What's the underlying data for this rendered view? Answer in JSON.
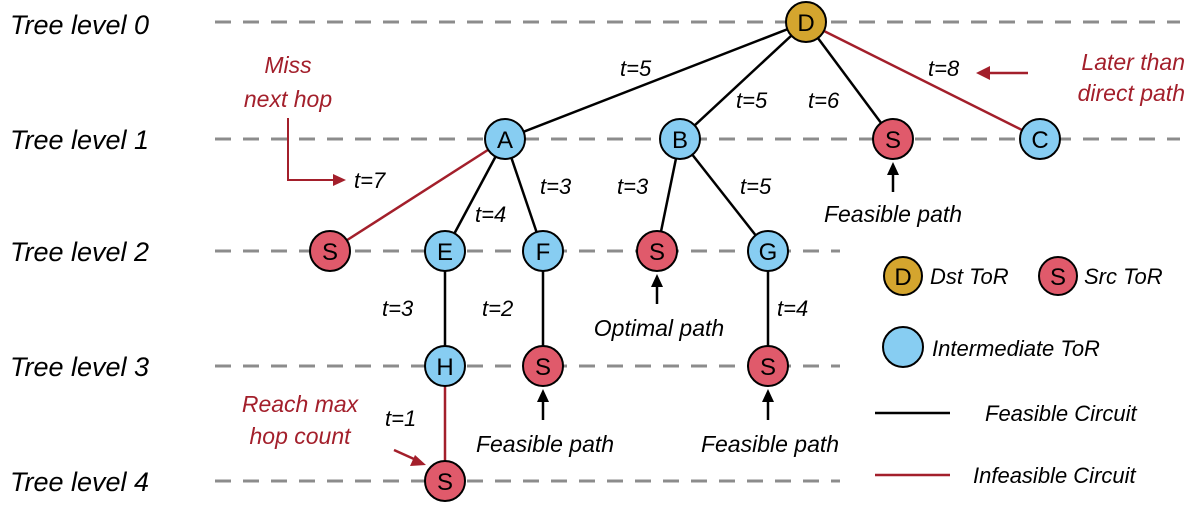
{
  "colors": {
    "dst": "#d4a52e",
    "src": "#e05a6b",
    "intermediate": "#87cdf2",
    "feasible": "#000000",
    "infeasible": "#a31f2b",
    "dashed": "#8c8c8c",
    "annotation": "#a31f2b"
  },
  "levels": [
    "Tree level 0",
    "Tree level 1",
    "Tree level 2",
    "Tree level 3",
    "Tree level 4"
  ],
  "nodes": [
    {
      "id": "D",
      "label": "D",
      "kind": "dst"
    },
    {
      "id": "A",
      "label": "A",
      "kind": "intermediate"
    },
    {
      "id": "B",
      "label": "B",
      "kind": "intermediate"
    },
    {
      "id": "S1",
      "label": "S",
      "kind": "src"
    },
    {
      "id": "C",
      "label": "C",
      "kind": "intermediate"
    },
    {
      "id": "S2",
      "label": "S",
      "kind": "src"
    },
    {
      "id": "E",
      "label": "E",
      "kind": "intermediate"
    },
    {
      "id": "F",
      "label": "F",
      "kind": "intermediate"
    },
    {
      "id": "S3",
      "label": "S",
      "kind": "src"
    },
    {
      "id": "G",
      "label": "G",
      "kind": "intermediate"
    },
    {
      "id": "H",
      "label": "H",
      "kind": "intermediate"
    },
    {
      "id": "S4",
      "label": "S",
      "kind": "src"
    },
    {
      "id": "S5",
      "label": "S",
      "kind": "src"
    },
    {
      "id": "S6",
      "label": "S",
      "kind": "src"
    }
  ],
  "edges": [
    {
      "from": "D",
      "to": "A",
      "type": "feasible",
      "label": "t=5"
    },
    {
      "from": "D",
      "to": "B",
      "type": "feasible",
      "label": "t=5"
    },
    {
      "from": "D",
      "to": "S1",
      "type": "feasible",
      "label": "t=6"
    },
    {
      "from": "D",
      "to": "C",
      "type": "infeasible",
      "label": "t=8"
    },
    {
      "from": "A",
      "to": "S2",
      "type": "infeasible",
      "label": "t=7"
    },
    {
      "from": "A",
      "to": "E",
      "type": "feasible",
      "label": "t=4"
    },
    {
      "from": "A",
      "to": "F",
      "type": "feasible",
      "label": "t=3"
    },
    {
      "from": "B",
      "to": "S3",
      "type": "feasible",
      "label": "t=3"
    },
    {
      "from": "B",
      "to": "G",
      "type": "feasible",
      "label": "t=5"
    },
    {
      "from": "E",
      "to": "H",
      "type": "feasible",
      "label": "t=3"
    },
    {
      "from": "F",
      "to": "S4",
      "type": "feasible",
      "label": "t=2"
    },
    {
      "from": "G",
      "to": "S5",
      "type": "feasible",
      "label": "t=4"
    },
    {
      "from": "H",
      "to": "S6",
      "type": "infeasible",
      "label": "t=1"
    }
  ],
  "annotations": {
    "miss_next_hop": [
      "Miss",
      "next hop"
    ],
    "later_than_direct": [
      "Later than",
      "direct path"
    ],
    "reach_max_hop": [
      "Reach max",
      "hop count"
    ],
    "feasible_path": "Feasible path",
    "optimal_path": "Optimal path"
  },
  "legend": {
    "dst_letter": "D",
    "dst_label": "Dst ToR",
    "src_letter": "S",
    "src_label": "Src ToR",
    "intermediate_label": "Intermediate ToR",
    "feasible_label": "Feasible Circuit",
    "infeasible_label": "Infeasible Circuit"
  }
}
